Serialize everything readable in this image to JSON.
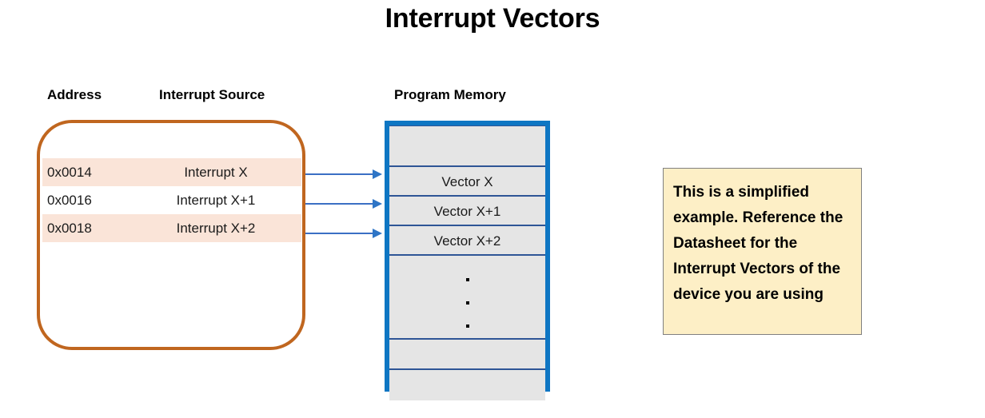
{
  "slide": {
    "title": "Interrupt Vectors"
  },
  "headers": {
    "address": "Address",
    "interrupt_source": "Interrupt Source",
    "program_memory": "Program Memory"
  },
  "vector_table": {
    "rows": [
      {
        "address": "0x0014",
        "source": "Interrupt X",
        "shaded": true
      },
      {
        "address": "0x0016",
        "source": "Interrupt X+1",
        "shaded": false
      },
      {
        "address": "0x0018",
        "source": "Interrupt X+2",
        "shaded": true
      }
    ]
  },
  "program_memory": {
    "cells": [
      {
        "label": ""
      },
      {
        "label": "Vector X"
      },
      {
        "label": "Vector X+1"
      },
      {
        "label": "Vector X+2"
      },
      {
        "label": ""
      },
      {
        "label": ""
      }
    ],
    "ellipsis_dots": 3
  },
  "arrows": {
    "count": 3,
    "direction": "right",
    "color": "#2E75C6"
  },
  "note": {
    "text": "This is a simplified example. Reference the  Datasheet for the Interrupt Vectors of the device you are using"
  },
  "colors": {
    "table_frame": "#C0661F",
    "row_shade": "#FAE4D8",
    "progmem_border": "#0E76C3",
    "progmem_fill": "#E5E5E5",
    "progmem_divider": "#2E5596",
    "note_fill": "#FDEFC6",
    "note_border": "#808080",
    "arrow": "#2E75C6",
    "text": "#000000"
  }
}
